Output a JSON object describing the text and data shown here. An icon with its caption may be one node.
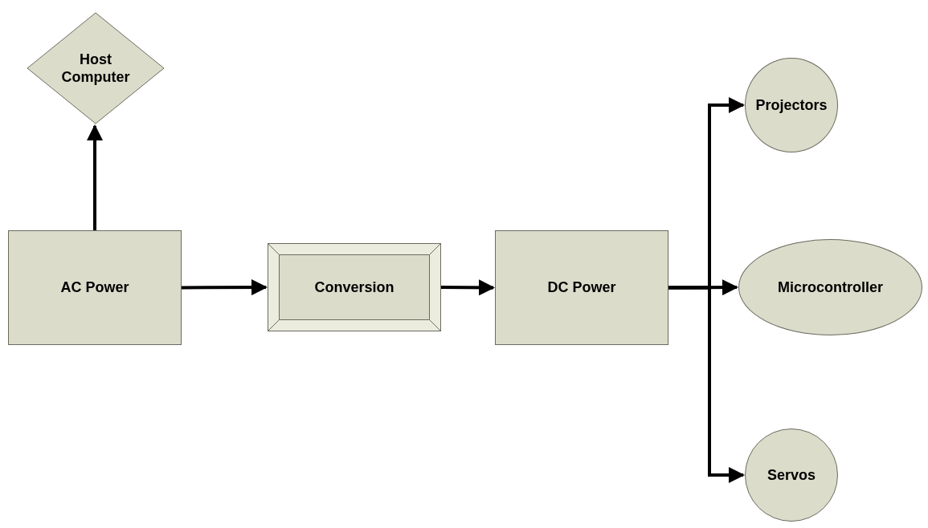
{
  "diagram": {
    "nodes": [
      {
        "text": [
          "Host Computer"
        ]
      },
      {
        "text": [
          "AC Power"
        ]
      },
      {
        "text": [
          "Conversion"
        ]
      },
      {
        "text": [
          "DC Power"
        ]
      },
      {
        "text": [
          "Projectors"
        ]
      },
      {
        "text": [
          "Microcontroller"
        ]
      },
      {
        "text": [
          "Servos"
        ]
      }
    ],
    "edges": [
      {
        "from": 1,
        "to": 0,
        "arrow": "to"
      },
      {
        "from": 1,
        "to": 2,
        "arrow": "to"
      },
      {
        "from": 2,
        "to": 3,
        "arrow": "to"
      },
      {
        "from": 3,
        "to": 4,
        "arrow": "to"
      },
      {
        "from": 3,
        "to": 5,
        "arrow": "to"
      },
      {
        "from": 3,
        "to": 6,
        "arrow": "to"
      }
    ]
  }
}
